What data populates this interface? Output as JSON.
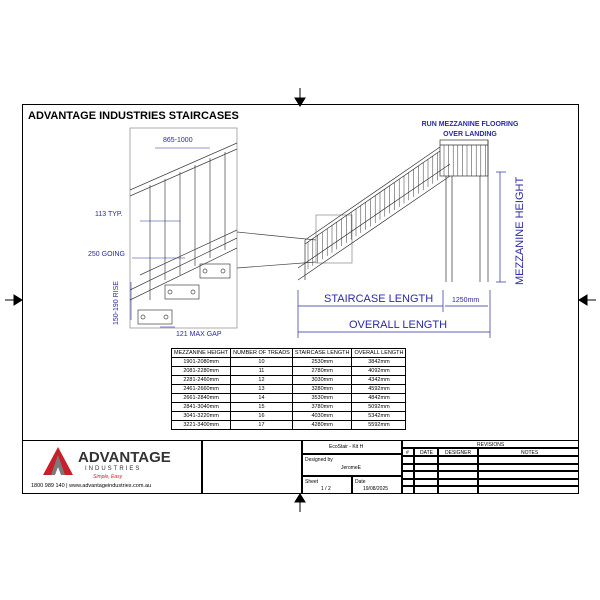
{
  "title": "ADVANTAGE INDUSTRIES STAIRCASES",
  "detail_labels": {
    "handrail_height": "865-1000",
    "baluster_spacing": "113 TYP.",
    "going": "250 GOING",
    "rise": "150-190 RISE",
    "gap": "121 MAX GAP"
  },
  "main_labels": {
    "note_line1": "RUN MEZZANINE FLOORING",
    "note_line2": "OVER LANDING",
    "mezzanine_height": "MEZZANINE HEIGHT",
    "staircase_length": "STAIRCASE LENGTH",
    "landing": "1250mm",
    "overall_length": "OVERALL LENGTH"
  },
  "table": {
    "headers": [
      "MEZZANINE HEIGHT",
      "NUMBER OF TREADS",
      "STAIRCASE LENGTH",
      "OVERALL LENGTH"
    ],
    "rows": [
      [
        "1901-2080mm",
        "10",
        "2530mm",
        "3842mm"
      ],
      [
        "2081-2280mm",
        "11",
        "2780mm",
        "4092mm"
      ],
      [
        "2281-2460mm",
        "12",
        "3030mm",
        "4342mm"
      ],
      [
        "2461-2660mm",
        "13",
        "3280mm",
        "4592mm"
      ],
      [
        "2661-2840mm",
        "14",
        "3530mm",
        "4842mm"
      ],
      [
        "2841-3040mm",
        "15",
        "3780mm",
        "5092mm"
      ],
      [
        "3041-3220mm",
        "16",
        "4030mm",
        "5342mm"
      ],
      [
        "3221-3400mm",
        "17",
        "4280mm",
        "5592mm"
      ]
    ]
  },
  "logo": {
    "name": "ADVANTAGE",
    "sub": "INDUSTRIES",
    "tagline": "Simple, Easy"
  },
  "contact": "1800 989 140  |  www.advantageindustries.com.au",
  "title_block": {
    "drawing_name": "EcoStair - Kit H",
    "designed_by_label": "Designed by",
    "designed_by": "JeromeE",
    "sheet_label": "Sheet",
    "sheet": "1 / 2",
    "date_label": "Date",
    "date": "19/08/2025",
    "revisions_label": "REVISIONS",
    "rev_cols": [
      "#",
      "DATE",
      "DESIGNER",
      "NOTES"
    ]
  },
  "colors": {
    "dimension": "#2a2aa8",
    "logo_red": "#c8202a",
    "logo_grey": "#7a7a7a"
  }
}
